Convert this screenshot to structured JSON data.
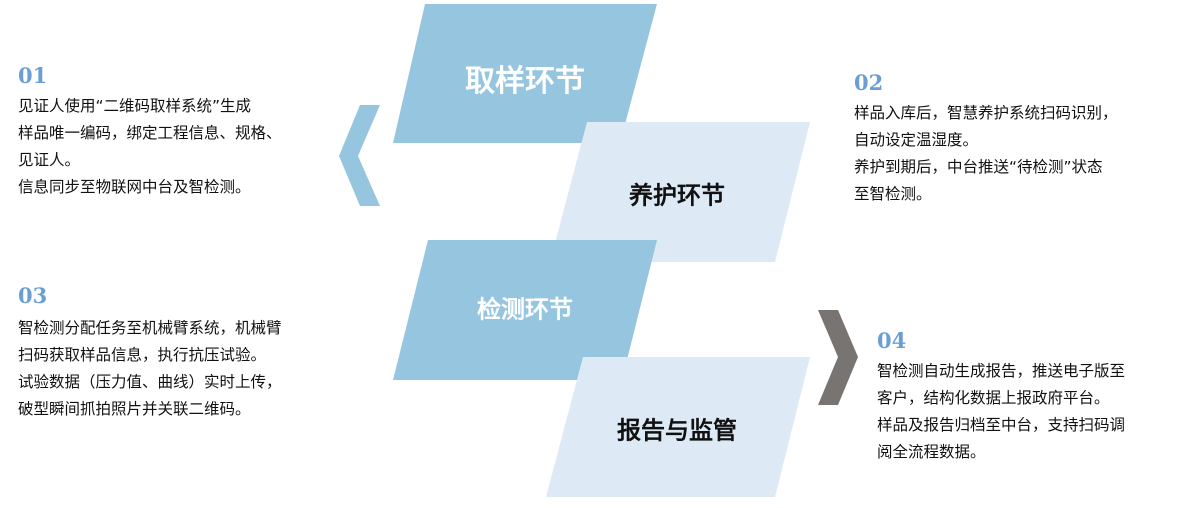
{
  "colors": {
    "dark": "#96c5df",
    "light": "#dde9f5",
    "chevron_left": "#96c5df",
    "chevron_right": "#787472",
    "number": "#6a9fd4"
  },
  "stages": [
    {
      "title": "取样环节"
    },
    {
      "title": "养护环节"
    },
    {
      "title": "检测环节"
    },
    {
      "title": "报告与监管"
    }
  ],
  "steps": [
    {
      "num": "01",
      "lines": [
        "见证人使用“二维码取样系统”生成",
        "样品唯一编码，绑定工程信息、规格、",
        "见证人。",
        "信息同步至物联网中台及智检测。"
      ]
    },
    {
      "num": "02",
      "lines": [
        "样品入库后，智慧养护系统扫码识别，",
        "自动设定温湿度。",
        "养护到期后，中台推送“待检测”状态",
        "至智检测。"
      ]
    },
    {
      "num": "03",
      "lines": [
        "智检测分配任务至机械臂系统，机械臂",
        "扫码获取样品信息，执行抗压试验。",
        "试验数据（压力值、曲线）实时上传，",
        "破型瞬间抓拍照片并关联二维码。"
      ]
    },
    {
      "num": "04",
      "lines": [
        "智检测自动生成报告，推送电子版至",
        "客户，结构化数据上报政府平台。",
        "样品及报告归档至中台，支持扫码调",
        "阅全流程数据。"
      ]
    }
  ]
}
